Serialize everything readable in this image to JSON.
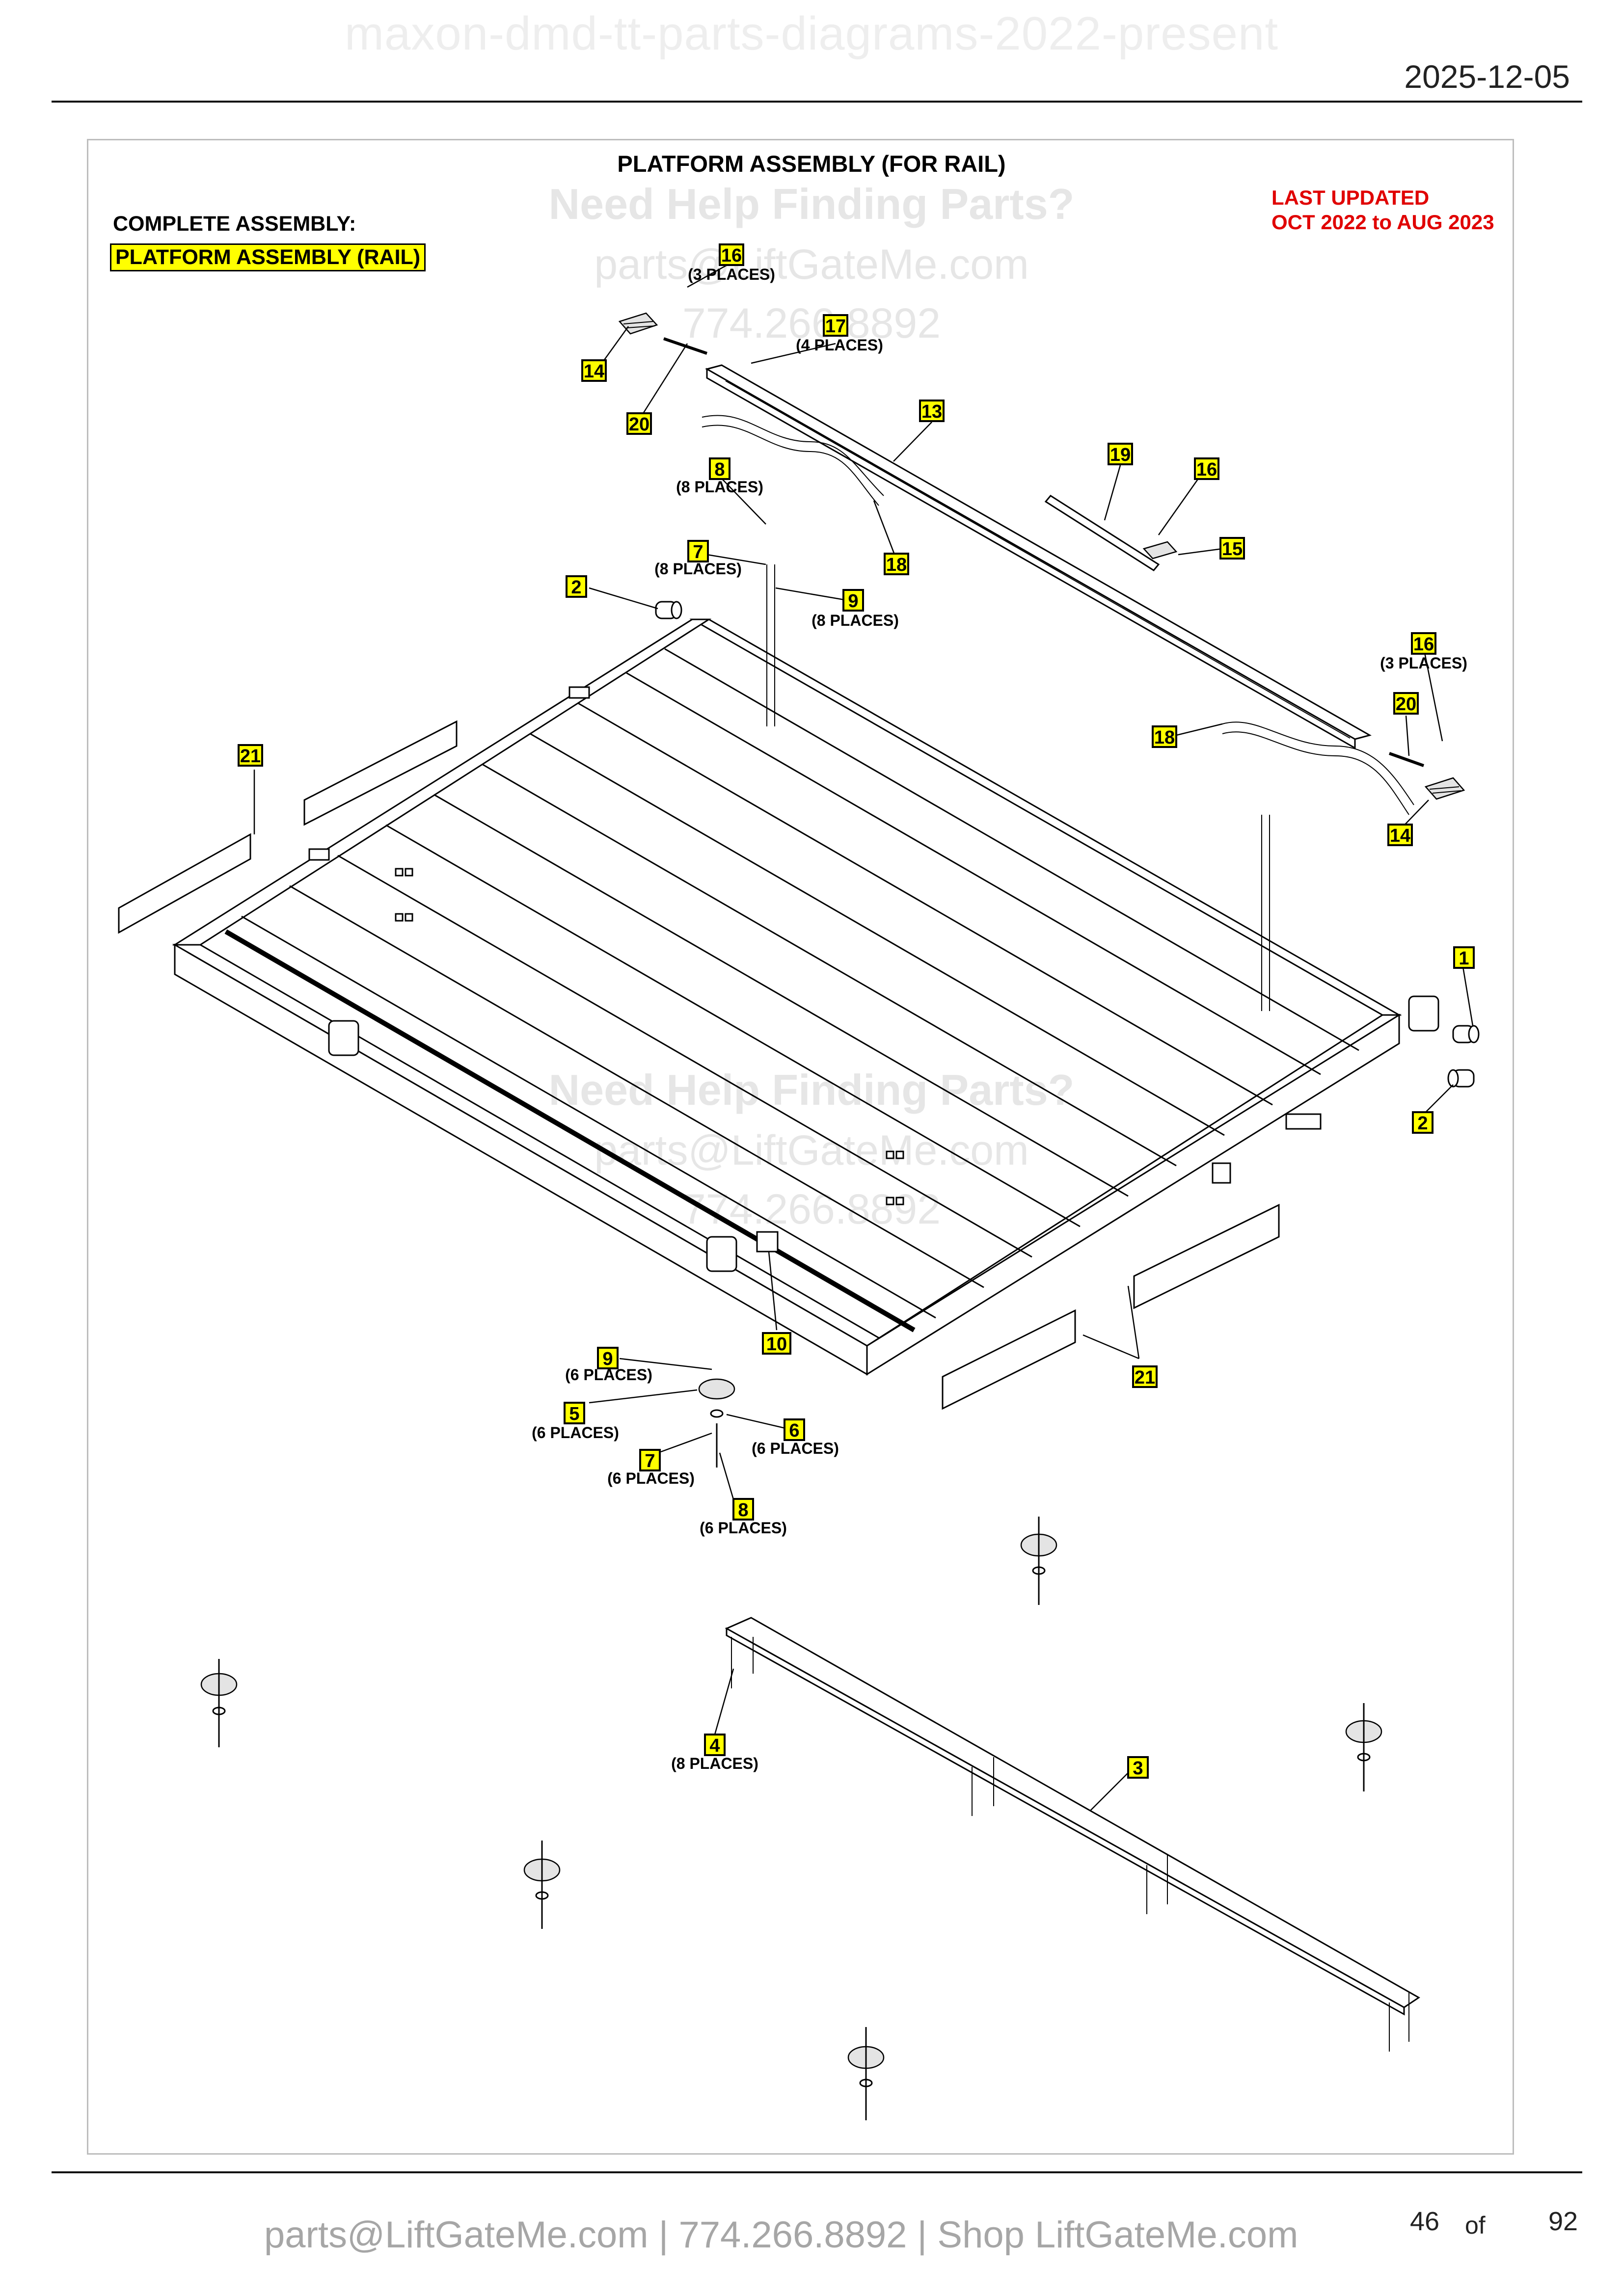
{
  "header": {
    "doc_title": "maxon-dmd-tt-parts-diagrams-2022-present",
    "date": "2025-12-05"
  },
  "diagram": {
    "title": "PLATFORM ASSEMBLY (FOR RAIL)",
    "complete_assembly_label": "COMPLETE ASSEMBLY:",
    "complete_assembly_link": "PLATFORM ASSEMBLY (RAIL)",
    "last_updated_label": "LAST UPDATED",
    "last_updated_range": "OCT 2022 to AUG 2023"
  },
  "watermark": {
    "heading": "Need Help Finding Parts?",
    "email": "parts@LiftGateMe.com",
    "phone": "774.266.8892"
  },
  "callouts": [
    {
      "id": "16",
      "note": "(3 PLACES)"
    },
    {
      "id": "17",
      "note": "(4 PLACES)"
    },
    {
      "id": "14",
      "note": ""
    },
    {
      "id": "20",
      "note": ""
    },
    {
      "id": "13",
      "note": ""
    },
    {
      "id": "8",
      "note": "(8 PLACES)"
    },
    {
      "id": "19",
      "note": ""
    },
    {
      "id": "16",
      "note": ""
    },
    {
      "id": "15",
      "note": ""
    },
    {
      "id": "18",
      "note": ""
    },
    {
      "id": "7",
      "note": "(8 PLACES)"
    },
    {
      "id": "2",
      "note": ""
    },
    {
      "id": "9",
      "note": "(8 PLACES)"
    },
    {
      "id": "16",
      "note": "(3 PLACES)"
    },
    {
      "id": "20",
      "note": ""
    },
    {
      "id": "18",
      "note": ""
    },
    {
      "id": "21",
      "note": ""
    },
    {
      "id": "14",
      "note": ""
    },
    {
      "id": "1",
      "note": ""
    },
    {
      "id": "2",
      "note": ""
    },
    {
      "id": "10",
      "note": ""
    },
    {
      "id": "21",
      "note": ""
    },
    {
      "id": "9",
      "note": "(6 PLACES)"
    },
    {
      "id": "5",
      "note": "(6 PLACES)"
    },
    {
      "id": "6",
      "note": "(6 PLACES)"
    },
    {
      "id": "7",
      "note": "(6 PLACES)"
    },
    {
      "id": "8",
      "note": "(6 PLACES)"
    },
    {
      "id": "4",
      "note": "(8 PLACES)"
    },
    {
      "id": "3",
      "note": ""
    }
  ],
  "footer": {
    "contact": "parts@LiftGateMe.com | 774.266.8892 | Shop LiftGateMe.com",
    "page_current": "46",
    "page_of": "of",
    "page_total": "92"
  }
}
